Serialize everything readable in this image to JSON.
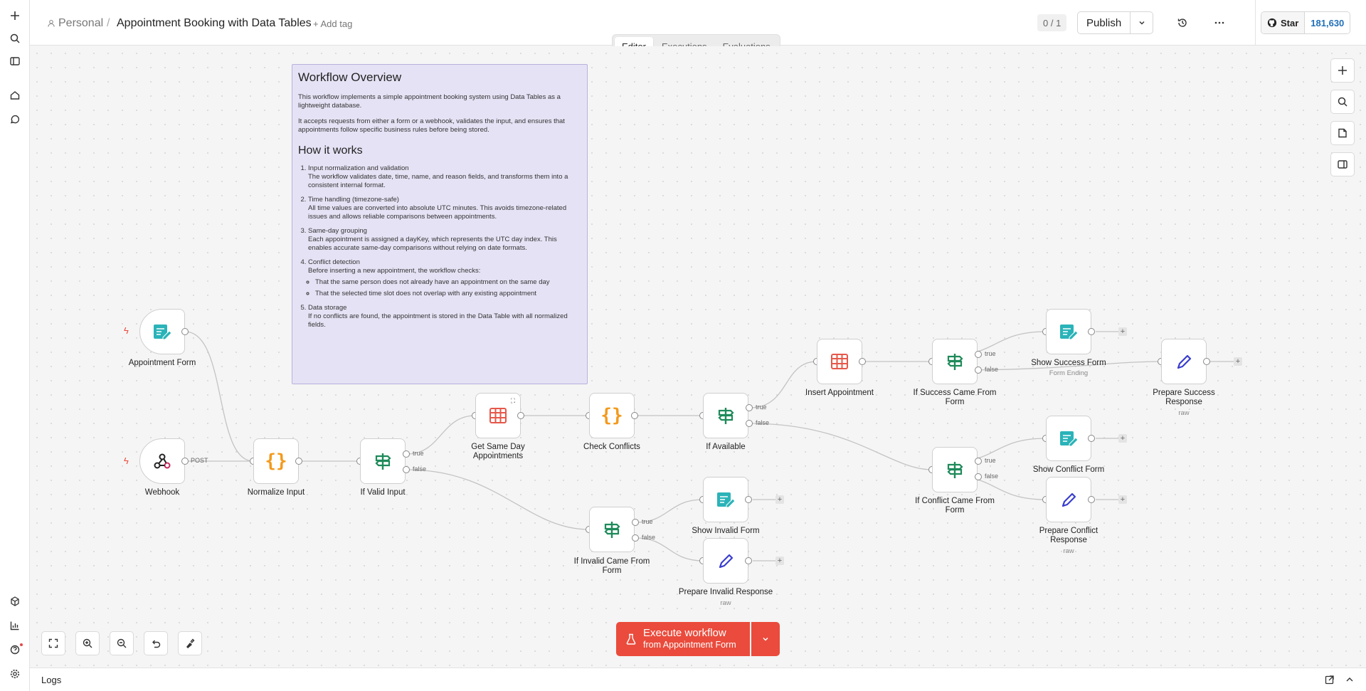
{
  "header": {
    "project": "Personal",
    "separator": "/",
    "workflow_name": "Appointment Booking with Data Tables",
    "add_tag": "+ Add tag",
    "counter": "0 / 1",
    "publish_label": "Publish",
    "github_star": "Star",
    "github_count": "181,630",
    "close_glyph": "×"
  },
  "tabs": [
    {
      "label": "Editor",
      "active": true
    },
    {
      "label": "Executions",
      "active": false
    },
    {
      "label": "Evaluations",
      "active": false
    }
  ],
  "sticky": {
    "title": "Workflow Overview",
    "intro1": "This workflow implements a simple appointment booking system using Data Tables as a lightweight database.",
    "intro2": "It accepts requests from either a form or a webhook, validates the input, and ensures that appointments follow specific business rules before being stored.",
    "how_title": "How it works",
    "steps": [
      {
        "title": "Input normalization and validation",
        "text": "The workflow validates date, time, name, and reason fields, and transforms them into a consistent internal format."
      },
      {
        "title": "Time handling (timezone-safe)",
        "text": "All time values are converted into absolute UTC minutes. This avoids timezone-related issues and allows reliable comparisons between appointments."
      },
      {
        "title": "Same-day grouping",
        "text": "Each appointment is assigned a dayKey, which represents the UTC day index. This enables accurate same-day comparisons without relying on date formats."
      },
      {
        "title": "Conflict detection",
        "text": "Before inserting a new appointment, the workflow checks:",
        "bullets": [
          "That the same person does not already have an appointment on the same day",
          "That the selected time slot does not overlap with any existing appointment"
        ]
      },
      {
        "title": "Data storage",
        "text": "If no conflicts are found, the appointment is stored in the Data Table with all normalized fields."
      }
    ]
  },
  "nodes": {
    "appointment_form": {
      "label": "Appointment Form",
      "icon": "form-icon"
    },
    "webhook": {
      "label": "Webhook",
      "icon": "webhook-icon",
      "port_label": "POST"
    },
    "normalize_input": {
      "label": "Normalize Input",
      "icon": "code-braces-icon"
    },
    "if_valid_input": {
      "label": "If Valid Input",
      "icon": "if-signpost-icon"
    },
    "get_same_day": {
      "label": "Get Same Day Appointments",
      "icon": "table-icon"
    },
    "check_conflicts": {
      "label": "Check Conflicts",
      "icon": "code-braces-icon"
    },
    "if_available": {
      "label": "If Available",
      "icon": "if-signpost-icon"
    },
    "insert_appointment": {
      "label": "Insert Appointment",
      "icon": "table-icon"
    },
    "if_success_form": {
      "label": "If Success Came From Form",
      "icon": "if-signpost-icon"
    },
    "show_success_form": {
      "label": "Show Success Form",
      "sub": "Form Ending",
      "icon": "form-icon"
    },
    "prepare_success": {
      "label": "Prepare Success Response",
      "sub": "raw",
      "icon": "pen-icon"
    },
    "if_conflict_form": {
      "label": "If Conflict Came From Form",
      "icon": "if-signpost-icon"
    },
    "show_conflict_form": {
      "label": "Show Conflict Form",
      "icon": "form-icon"
    },
    "prepare_conflict": {
      "label": "Prepare Conflict Response",
      "sub": "raw",
      "icon": "pen-icon"
    },
    "if_invalid_form": {
      "label": "If Invalid Came From Form",
      "icon": "if-signpost-icon"
    },
    "show_invalid_form": {
      "label": "Show Invalid Form",
      "icon": "form-icon"
    },
    "prepare_invalid": {
      "label": "Prepare Invalid Response",
      "sub": "raw",
      "icon": "pen-icon"
    }
  },
  "ports": {
    "true_label": "true",
    "false_label": "false",
    "plus": "+"
  },
  "execute": {
    "label": "Execute workflow",
    "from_prefix": "from",
    "from_node": "Appointment Form"
  },
  "logs": {
    "label": "Logs"
  },
  "colors": {
    "accent": "#ea4b3c",
    "form": "#2ab3b8",
    "if": "#1e8a5a",
    "code": "#f39a1d",
    "table": "#e5584a",
    "pen": "#3a3ecf",
    "sticky": "#e6e2f5"
  }
}
